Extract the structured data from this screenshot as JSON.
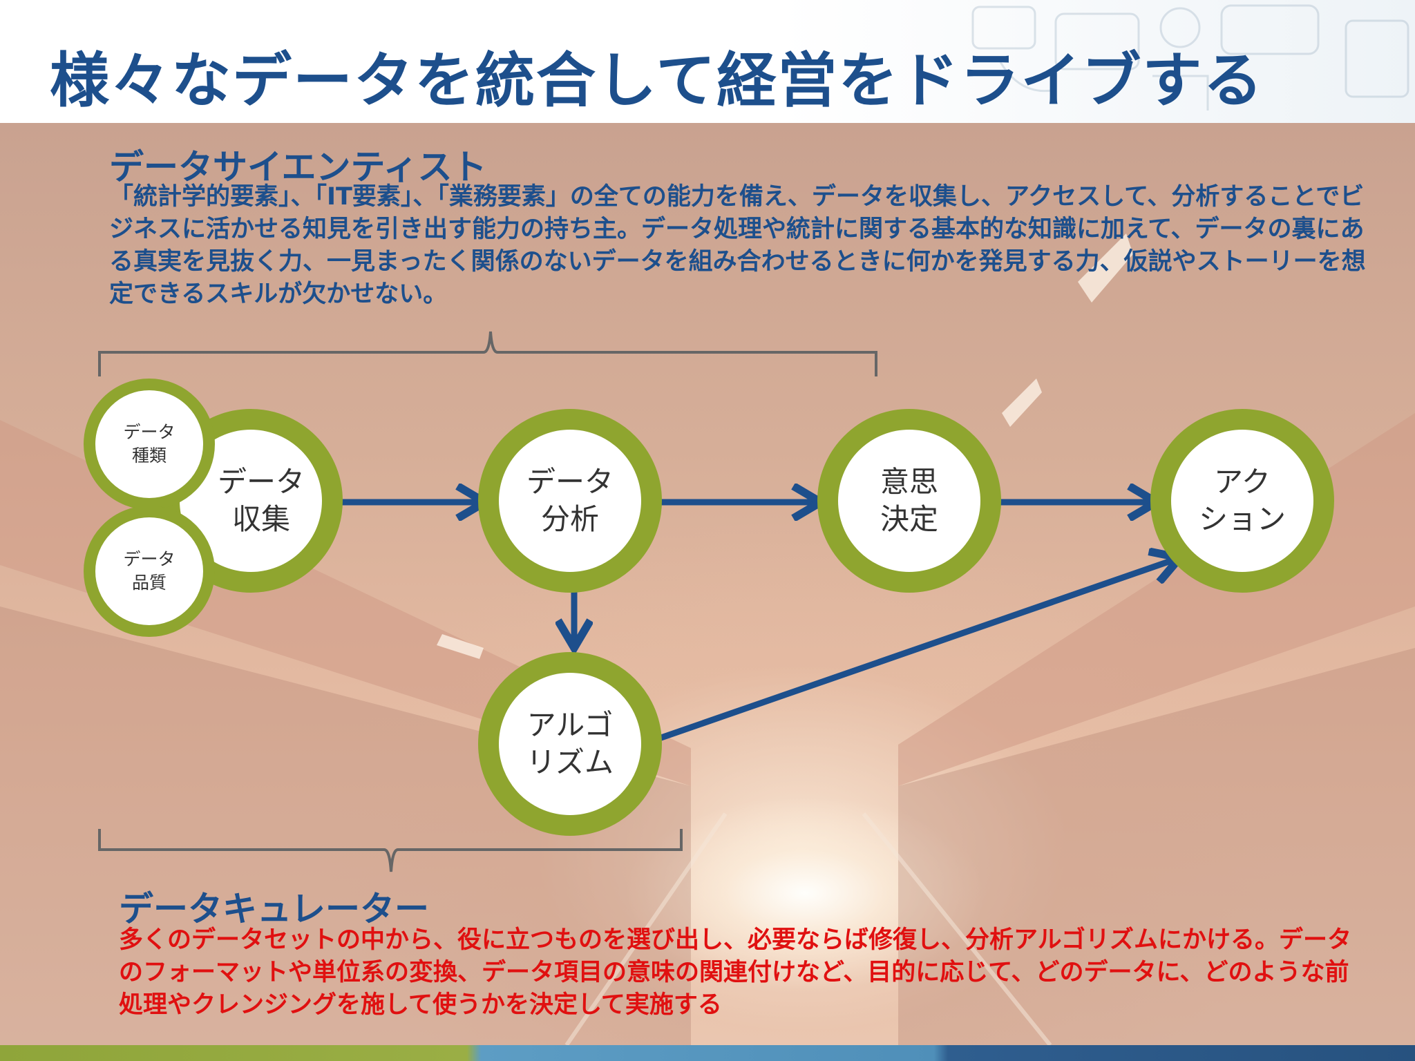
{
  "title": "様々なデータを統合して経営をドライブする",
  "scientist": {
    "heading": "データサイエンティスト",
    "text": "「統計学的要素」、「IT要素」、「業務要素」の全ての能力を備え、データを収集し、アクセスして、分析することでビジネスに活かせる知見を引き出す能力の持ち主。データ処理や統計に関する基本的な知識に加えて、データの裏にある真実を見抜く力、一見まったく関係のないデータを組み合わせるときに何かを発見する力、仮説やストーリーを想定できるスキルが欠かせない。"
  },
  "curator": {
    "heading": "データキュレーター",
    "text": "多くのデータセットの中から、役に立つものを選び出し、必要ならば修復し、分析アルゴリズムにかける。データのフォーマットや単位系の変換、データ項目の意味の関連付けなど、目的に応じて、どのデータに、どのような前処理やクレンジングを施して使うかを決定して実施する"
  },
  "nodes": {
    "data_types": "データ\n種類",
    "data_quality": "データ\n品質",
    "collection": "データ\n収集",
    "analysis": "データ\n分析",
    "decision": "意思\n決定",
    "action": "アク\nション",
    "algorithm": "アルゴ\nリズム"
  },
  "colors": {
    "title_blue": "#1d4f8c",
    "curator_red": "#e01010",
    "ring_green": "#8fa52f",
    "arrow_blue": "#1d4f8c",
    "bracket_gray": "#666666"
  }
}
